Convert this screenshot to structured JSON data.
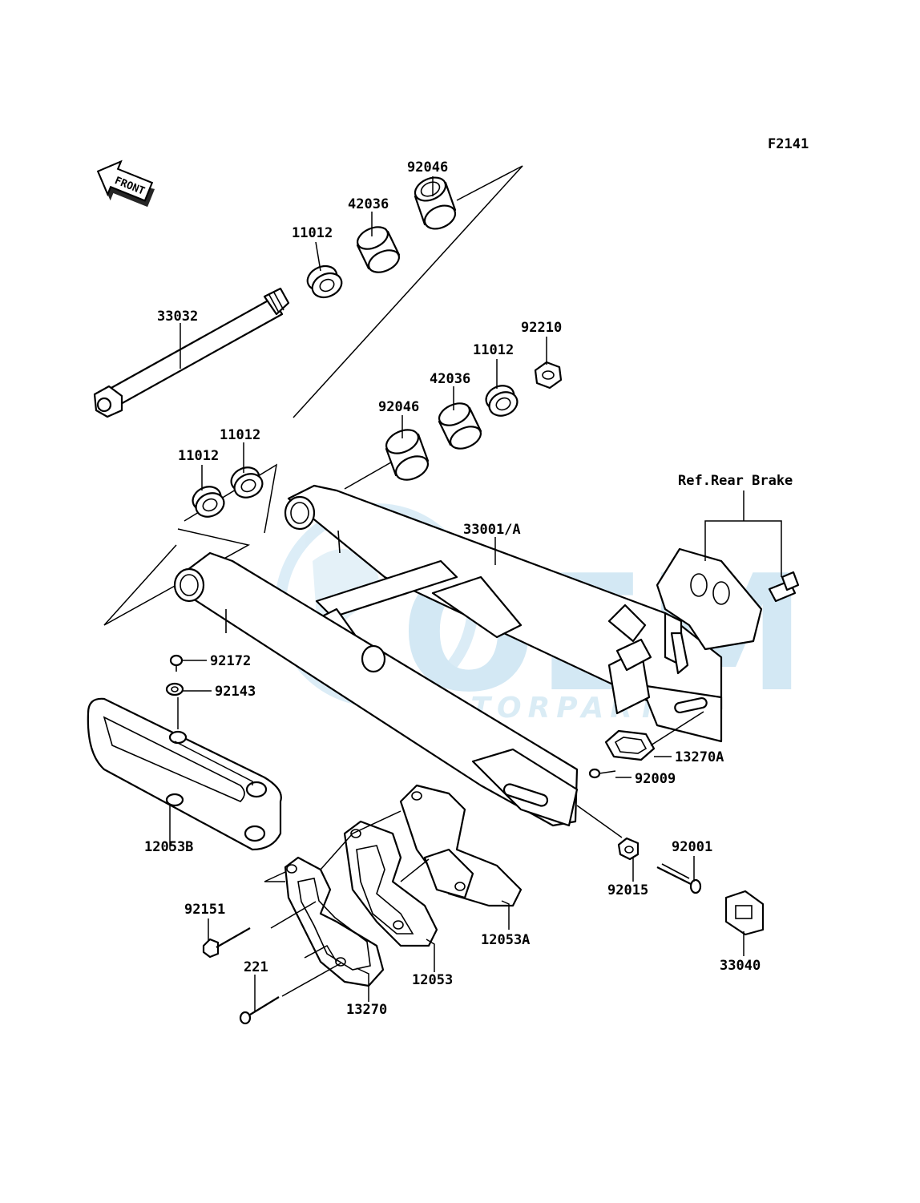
{
  "figure_code": "F2141",
  "front_badge": "FRONT",
  "reference_label": "Ref.Rear Brake",
  "watermark": {
    "brand": "OEM",
    "sub": "MOTORPARTS"
  },
  "part_labels": {
    "p92046_top": "92046",
    "p42036_top": "42036",
    "p11012_top": "11012",
    "p33032": "33032",
    "p92210": "92210",
    "p11012_right": "11012",
    "p42036_mid": "42036",
    "p92046_mid": "92046",
    "p11012_left_a": "11012",
    "p11012_left_b": "11012",
    "p33001": "33001/A",
    "p92172": "92172",
    "p92143": "92143",
    "p13270a": "13270A",
    "p92009": "92009",
    "p12053b": "12053B",
    "p92001": "92001",
    "p92015": "92015",
    "p92151": "92151",
    "p12053a": "12053A",
    "p33040": "33040",
    "p12053": "12053",
    "p221": "221",
    "p13270": "13270"
  },
  "colors": {
    "line": "#000000",
    "watermark": "#cfe6f3"
  }
}
